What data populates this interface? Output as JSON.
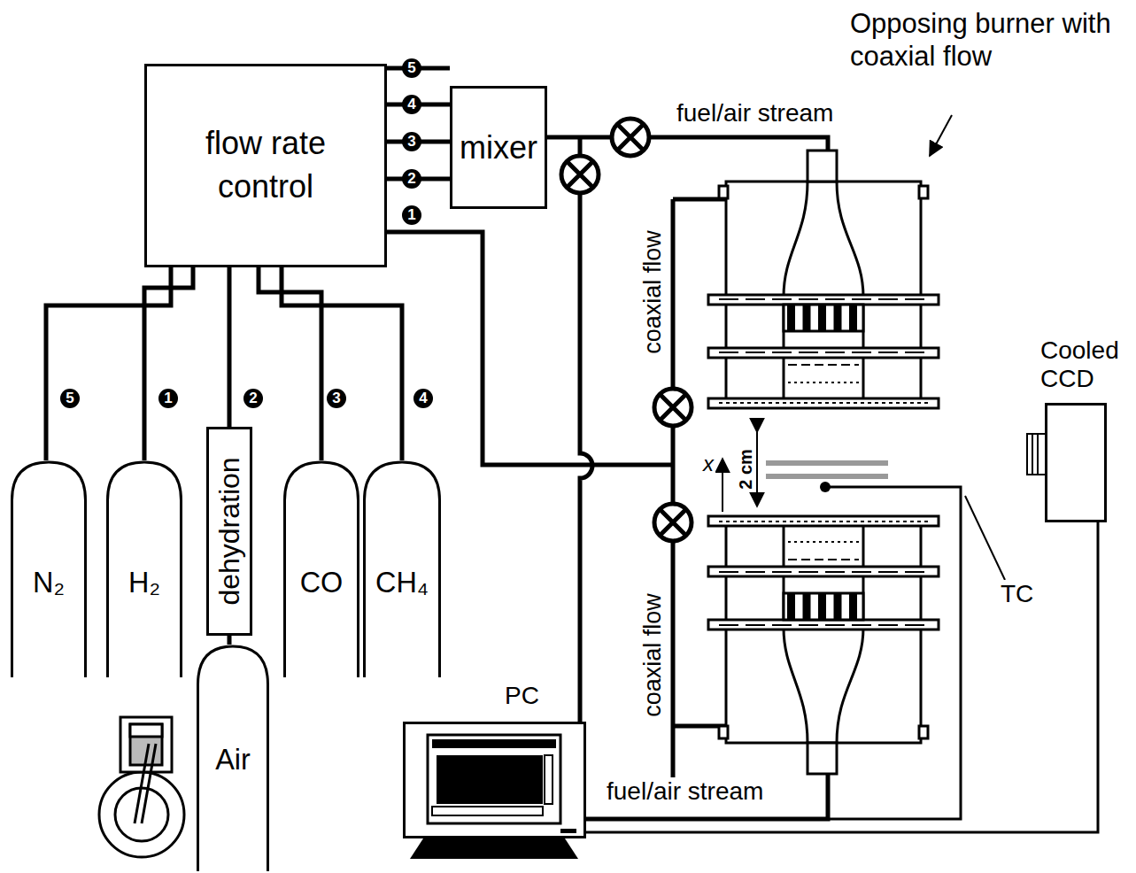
{
  "diagram": {
    "nodes": [
      {
        "text": [
          "flow rate control"
        ]
      },
      {
        "text": [
          "mixer"
        ]
      },
      {
        "text": [
          "N₂"
        ]
      },
      {
        "text": [
          "H₂"
        ]
      },
      {
        "text": [
          "dehydration"
        ]
      },
      {
        "text": [
          "Air"
        ]
      },
      {
        "text": [
          "CO"
        ]
      },
      {
        "text": [
          "CH₄"
        ]
      },
      {
        "text": [
          "PC"
        ]
      },
      {
        "text": [
          "Cooled CCD"
        ]
      }
    ],
    "edges": [
      {
        "from": 0,
        "to": 1,
        "arrow": "none"
      },
      {
        "from": 0,
        "to": 1,
        "arrow": "none"
      },
      {
        "from": 0,
        "to": 1,
        "arrow": "none"
      },
      {
        "from": 0,
        "to": 1,
        "arrow": "none"
      },
      {
        "from": 2,
        "to": 0,
        "arrow": "none"
      },
      {
        "from": 3,
        "to": 0,
        "arrow": "none"
      },
      {
        "from": 4,
        "to": 0,
        "arrow": "none"
      },
      {
        "from": 5,
        "to": 4,
        "arrow": "none"
      },
      {
        "from": 6,
        "to": 0,
        "arrow": "none"
      },
      {
        "from": 7,
        "to": 0,
        "arrow": "none"
      },
      {
        "from": 8,
        "to": 9,
        "arrow": "none"
      }
    ],
    "labels": [
      "5",
      "4",
      "3",
      "2",
      "1",
      "5",
      "1",
      "2",
      "3",
      "4",
      "Opposing burner with coaxial flow",
      "fuel/air stream",
      "coaxial flow",
      "coaxial flow",
      "2 cm",
      "x",
      "TC",
      "fuel/air stream"
    ]
  }
}
